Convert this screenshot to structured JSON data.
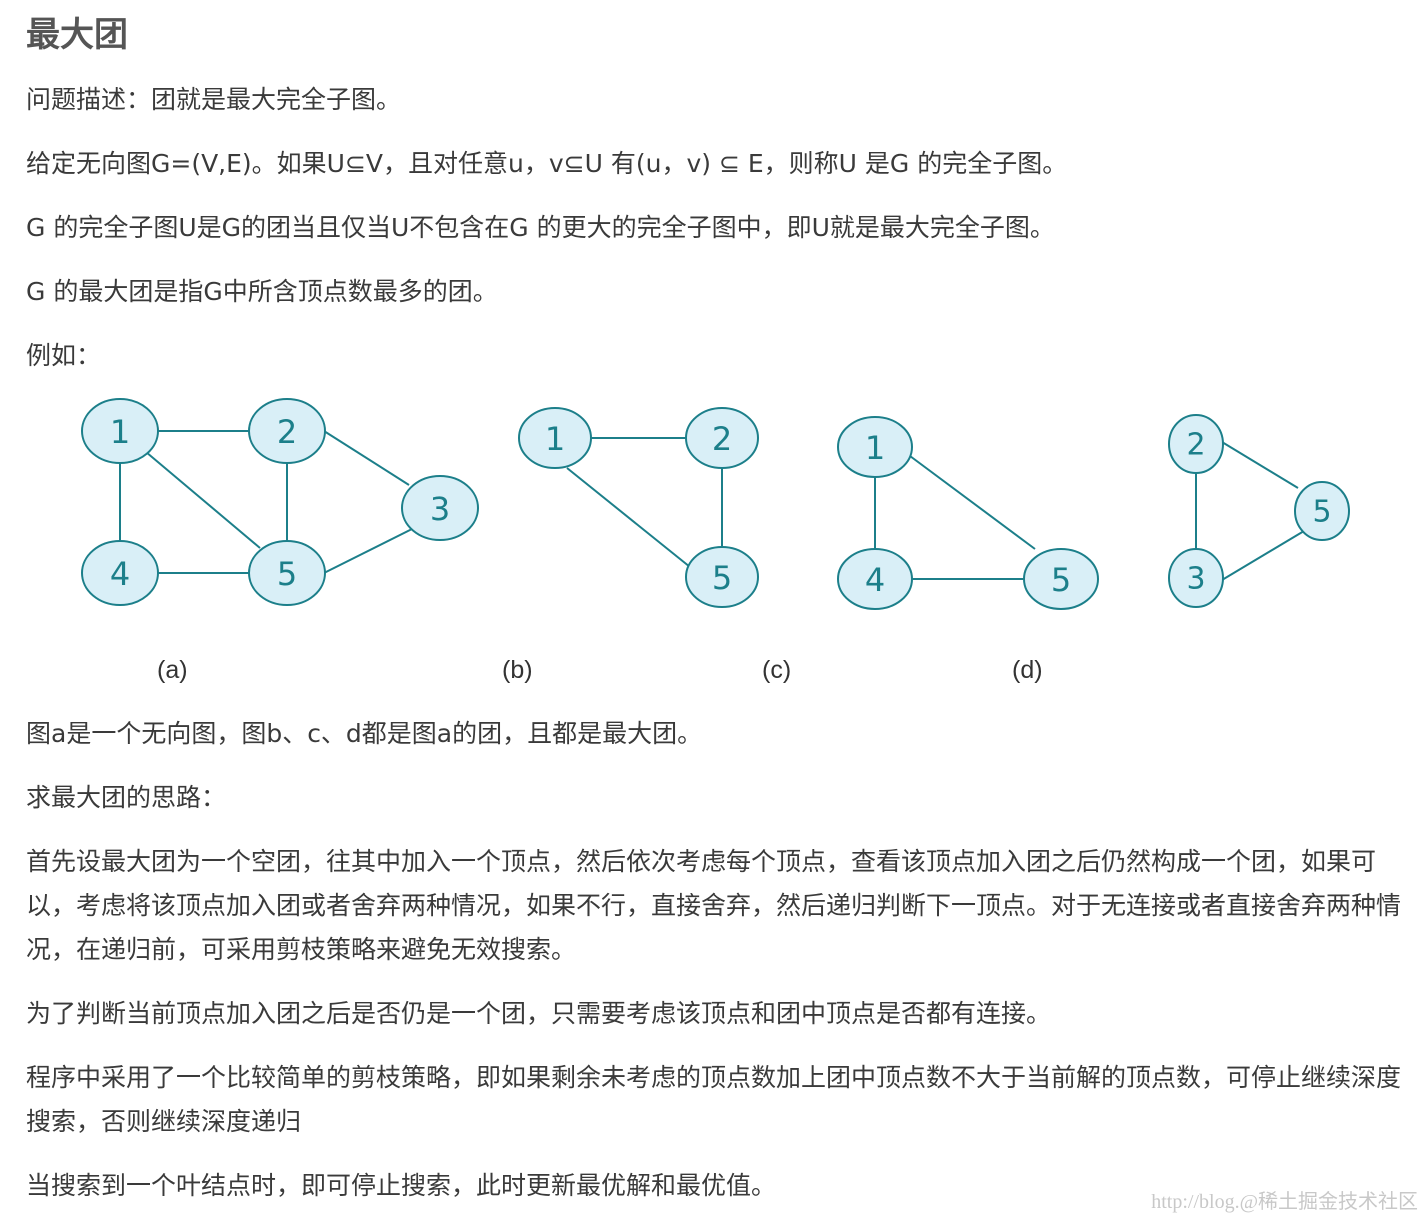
{
  "title": "最大团",
  "paragraphs": {
    "p1": "问题描述：团就是最大完全子图。",
    "p2": "给定无向图G=(V,E)。如果U⊆V，且对任意u，v⊆U 有(u，v) ⊆ E，则称U 是G 的完全子图。",
    "p3": "G 的完全子图U是G的团当且仅当U不包含在G 的更大的完全子图中，即U就是最大完全子图。",
    "p4": "G 的最大团是指G中所含顶点数最多的团。",
    "p5": "例如：",
    "p6": "图a是一个无向图，图b、c、d都是图a的团，且都是最大团。",
    "p7": "求最大团的思路：",
    "p8": "首先设最大团为一个空团，往其中加入一个顶点，然后依次考虑每个顶点，查看该顶点加入团之后仍然构成一个团，如果可以，考虑将该顶点加入团或者舍弃两种情况，如果不行，直接舍弃，然后递归判断下一顶点。对于无连接或者直接舍弃两种情况，在递归前，可采用剪枝策略来避免无效搜索。",
    "p9": "为了判断当前顶点加入团之后是否仍是一个团，只需要考虑该顶点和团中顶点是否都有连接。",
    "p10": "程序中采用了一个比较简单的剪枝策略，即如果剩余未考虑的顶点数加上团中顶点数不大于当前解的顶点数，可停止继续深度搜索，否则继续深度递归",
    "p11": "当搜索到一个叶结点时，即可停止搜索，此时更新最优解和最优值。"
  },
  "graphs": [
    {
      "caption": "(a)",
      "nodes": [
        "1",
        "2",
        "3",
        "4",
        "5"
      ],
      "edges": [
        [
          "1",
          "2"
        ],
        [
          "1",
          "4"
        ],
        [
          "1",
          "5"
        ],
        [
          "2",
          "5"
        ],
        [
          "2",
          "3"
        ],
        [
          "4",
          "5"
        ],
        [
          "5",
          "3"
        ]
      ]
    },
    {
      "caption": "(b)",
      "nodes": [
        "1",
        "2",
        "5"
      ],
      "edges": [
        [
          "1",
          "2"
        ],
        [
          "2",
          "5"
        ],
        [
          "1",
          "5"
        ]
      ]
    },
    {
      "caption": "(c)",
      "nodes": [
        "1",
        "4",
        "5"
      ],
      "edges": [
        [
          "1",
          "4"
        ],
        [
          "4",
          "5"
        ],
        [
          "1",
          "5"
        ]
      ]
    },
    {
      "caption": "(d)",
      "nodes": [
        "2",
        "5",
        "3"
      ],
      "edges": [
        [
          "2",
          "5"
        ],
        [
          "2",
          "3"
        ],
        [
          "3",
          "5"
        ]
      ]
    }
  ],
  "colors": {
    "node_fill": "#d9eff7",
    "node_stroke": "#1c7f8a",
    "edge": "#1c7f8a"
  },
  "watermark": "http://blog.@稀土掘金技术社区"
}
